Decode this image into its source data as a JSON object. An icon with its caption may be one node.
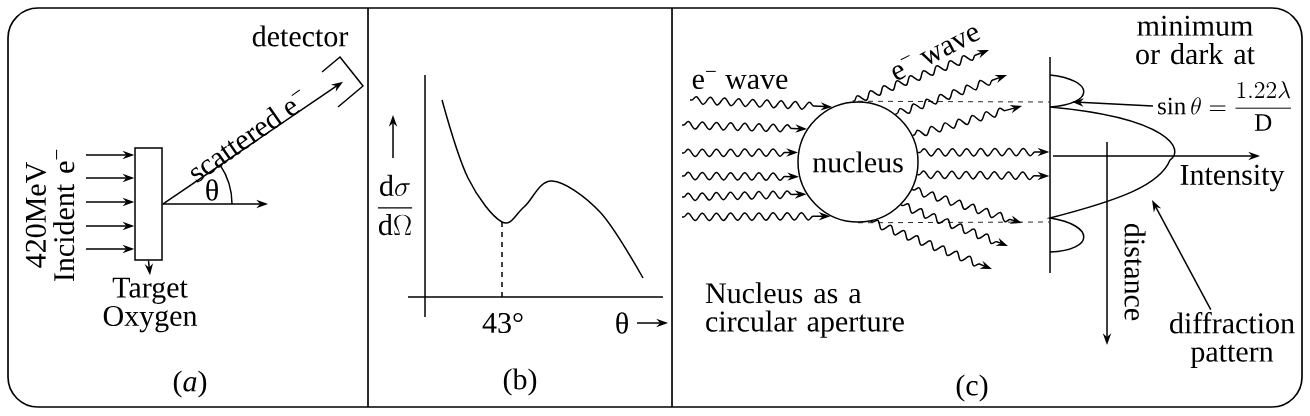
{
  "diagram": {
    "nodes": [
      {
        "text": [],
        "shape": "box"
      },
      {
        "text": [
          "Target Oxygen"
        ]
      },
      {
        "text": [
          "detector"
        ]
      },
      {
        "text": [
          "nucleus"
        ]
      },
      {
        "text": [
          "\\sin\\theta=\\frac{1.22\\lambda}{\\mathrm{D}}"
        ],
        "beside": [
          "minimum or dark at"
        ]
      },
      {
        "text": [
          "diffraction pattern"
        ]
      },
      {
        "text": [],
        "shape": "picture"
      }
    ],
    "edges": [
      {
        "from": null,
        "to": 0,
        "arrow": "to"
      },
      {
        "from": null,
        "to": 0,
        "arrow": "to"
      },
      {
        "from": null,
        "to": 0,
        "arrow": "to"
      },
      {
        "from": null,
        "to": 0,
        "arrow": "to"
      },
      {
        "from": null,
        "to": 0,
        "arrow": "to"
      },
      {
        "from": 0,
        "to": 1,
        "arrow": "to"
      },
      {
        "from": 0,
        "to": 2,
        "arrow": "to",
        "label": "scattered e$^{−}$"
      },
      {
        "from": 0,
        "to": null,
        "arrow": "to"
      },
      {
        "from": null,
        "to": 3,
        "arrow": "to",
        "label": "e$^{−}$ wave"
      },
      {
        "from": null,
        "to": 3,
        "arrow": "to"
      },
      {
        "from": null,
        "to": 3,
        "arrow": "to"
      },
      {
        "from": null,
        "to": 3,
        "arrow": "to"
      },
      {
        "from": null,
        "to": 3,
        "arrow": "to"
      },
      {
        "from": null,
        "to": 3,
        "arrow": "to"
      },
      {
        "from": 3,
        "to": null,
        "arrow": "to",
        "label": "e$^{−}$ wave"
      },
      {
        "from": 3,
        "to": null,
        "arrow": "to"
      },
      {
        "from": 3,
        "to": null,
        "arrow": "to"
      },
      {
        "from": 3,
        "to": 6,
        "arrow": "to"
      },
      {
        "from": 3,
        "to": 6,
        "arrow": "to"
      },
      {
        "from": 3,
        "to": null,
        "arrow": "to"
      },
      {
        "from": 3,
        "to": null,
        "arrow": "to"
      },
      {
        "from": 3,
        "to": null,
        "arrow": "to"
      },
      {
        "from": 4,
        "to": 6,
        "arrow": "to"
      },
      {
        "from": 5,
        "to": 6,
        "arrow": "to"
      },
      {
        "from": 3,
        "to": 6,
        "arrow": "none",
        "style": "dashed"
      },
      {
        "from": 3,
        "to": 6,
        "arrow": "none",
        "style": "dashed"
      }
    ],
    "labels": [
      "420MeV Incident e$^{−}$",
      "θ",
      "(*a*)",
      "\\frac{\\mathrm{d}\\sigma}{\\mathrm{d}\\Omega}",
      "43°",
      "θ",
      "(b)",
      "Nucleus as a circular aperture",
      "Intensity",
      "distance",
      "(c)"
    ]
  }
}
